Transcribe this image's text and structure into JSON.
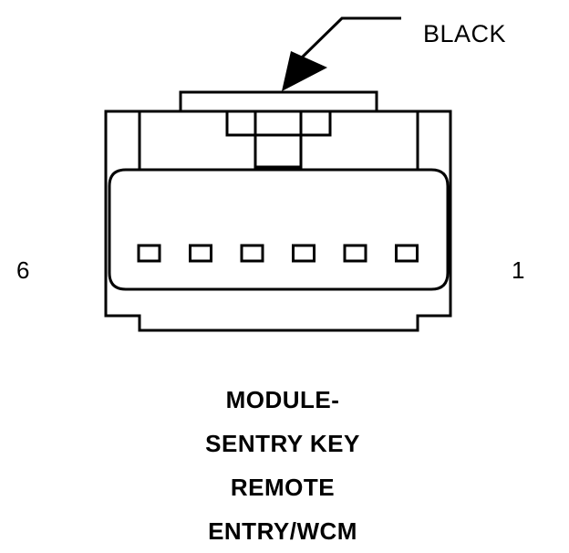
{
  "connector": {
    "wire_color_label": "BLACK",
    "pin_start_label": "6",
    "pin_end_label": "1",
    "cavity_count": 6
  },
  "title": {
    "lines": [
      "MODULE-",
      "SENTRY KEY",
      "REMOTE",
      "ENTRY/WCM"
    ]
  }
}
